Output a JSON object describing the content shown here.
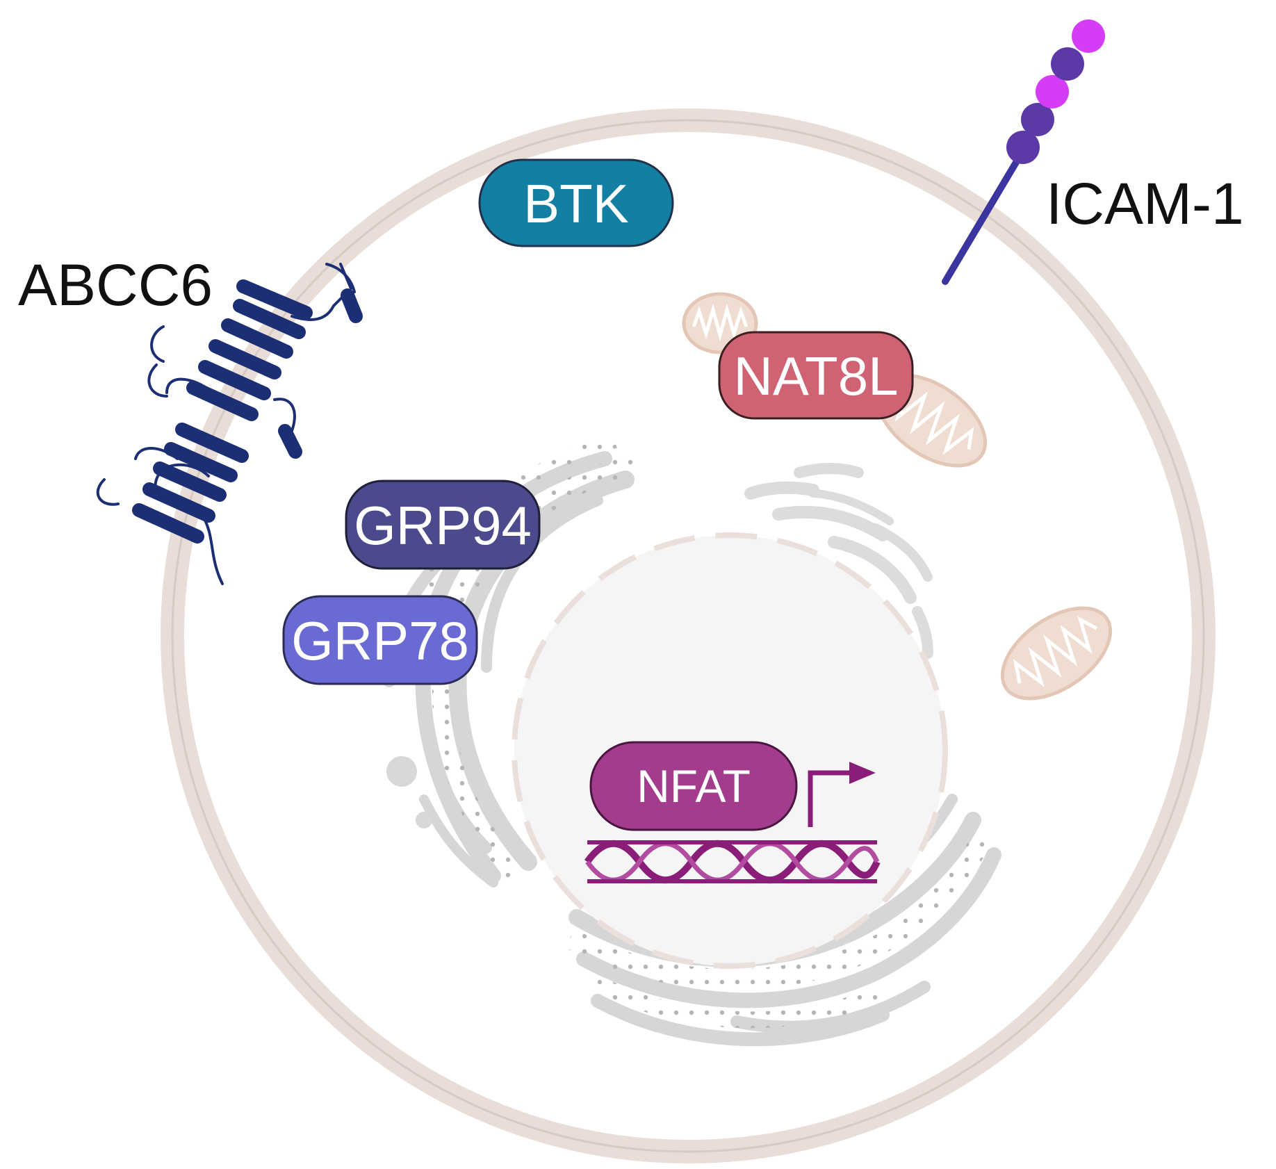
{
  "diagram": {
    "labels": {
      "abcc6": "ABCC6",
      "icam1": "ICAM-1",
      "btk": "BTK",
      "nat8l": "NAT8L",
      "grp94": "GRP94",
      "grp78": "GRP78",
      "nfat": "NFAT"
    },
    "colors": {
      "membrane": "#e8dcd7",
      "btk": "#137fa3",
      "nat8l": "#cf6373",
      "grp94": "#4a4a8c",
      "grp78": "#6a6ad4",
      "nfat": "#a33c8c",
      "abcc6": "#1c2e74",
      "icam_stem": "#3b35a0",
      "icam_bead_dark": "#5b3aa8",
      "icam_bead_light": "#d43cf5",
      "organelle_gray": "#d2d2d2",
      "mitochondria": "#edd6c8",
      "dna": "#8a1d77"
    },
    "icons": [
      "cell-membrane",
      "abcc6-transporter-icon",
      "icam1-receptor-icon",
      "mitochondrion-icon",
      "endoplasmic-reticulum-icon",
      "nucleus-icon",
      "dna-helix-icon",
      "transcription-arrow-icon"
    ]
  }
}
